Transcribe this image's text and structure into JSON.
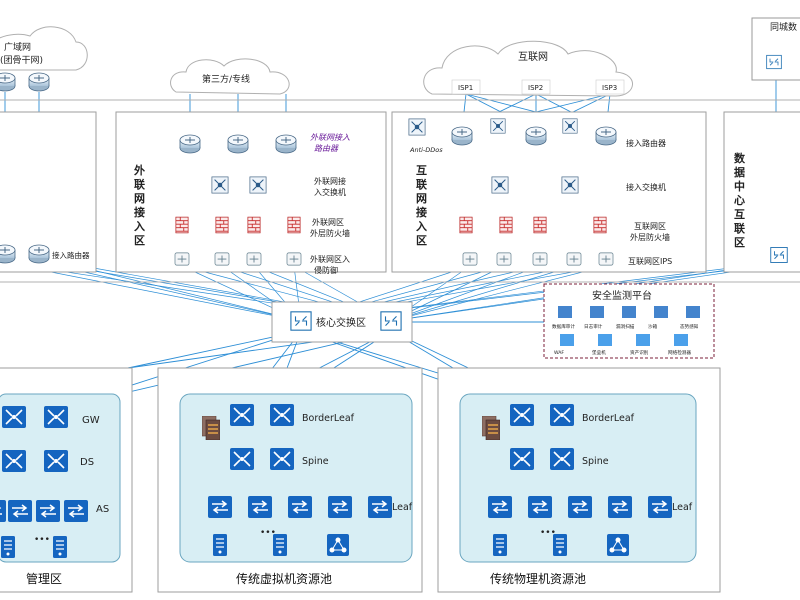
{
  "clouds": {
    "wan": "广域网",
    "wan_sub": "(团骨干网)",
    "third": "第三方/专线",
    "internet": "互联网",
    "isp1": "ISP1",
    "isp2": "ISP2",
    "isp3": "ISP3"
  },
  "left_panel": {
    "router_label": "接入路由器"
  },
  "extranet": {
    "title_chars": [
      "外",
      "联",
      "网",
      "接",
      "入",
      "区"
    ],
    "router_label": [
      "外联网接入",
      "路由器"
    ],
    "switch_label": [
      "外联网接",
      "入交换机"
    ],
    "firewall_label": [
      "外联网区",
      "外层防火墙"
    ],
    "bottom_label": [
      "外联网区入",
      "侵防御"
    ]
  },
  "internet_zone": {
    "title_chars": [
      "互",
      "联",
      "网",
      "接",
      "入",
      "区"
    ],
    "anti_ddos": "Anti-DDos",
    "router_label": "接入路由器",
    "switch_label": "接入交换机",
    "firewall_label": [
      "互联网区",
      "外层防火墙"
    ],
    "bottom_label": "互联网区IPS"
  },
  "dc_interconnect": {
    "title_chars": [
      "数",
      "据",
      "中",
      "心",
      "互",
      "联",
      "区"
    ],
    "city_label": "同城数"
  },
  "core": {
    "label": "核心交换区"
  },
  "security": {
    "title": "安全监测平台",
    "row1": [
      "数据库审计",
      "日志审计",
      "漏洞扫描",
      "沙箱",
      "态势感知"
    ],
    "row2": [
      "WAF",
      "堡垒机",
      "资产识别",
      "网络检测器"
    ]
  },
  "mgmt": {
    "zone_label": "管理区",
    "gw": "GW",
    "ds": "DS",
    "as": "AS",
    "dots": "•••"
  },
  "virtual_pool": {
    "zone_label": "传统虚拟机资源池",
    "border_leaf": "BorderLeaf",
    "spine": "Spine",
    "leaf": "Leaf",
    "dots": "•••"
  },
  "physical_pool": {
    "zone_label": "传统物理机资源池",
    "border_leaf": "BorderLeaf",
    "spine": "Spine",
    "leaf": "Leaf",
    "dots": "•••"
  },
  "colors": {
    "line": "#2e8fd6",
    "device": "#1565c0",
    "pool_fill": "#d8eef4",
    "firewall": "#c62828",
    "panel_border": "#9e9e9e"
  }
}
